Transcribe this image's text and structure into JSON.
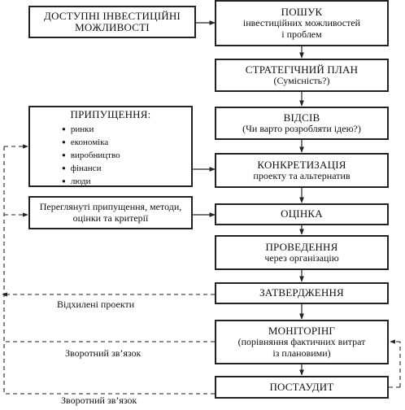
{
  "boxes": {
    "available": {
      "title": "ДОСТУПНІ ІНВЕСТИЦІЙНІ МОЖЛИВОСТІ"
    },
    "search": {
      "title": "ПОШУК",
      "subtitle": "інвестиційних можливостей і проблем"
    },
    "strategic": {
      "title": "СТРАТЕГІЧНИЙ ПЛАН",
      "subtitle": "(Сумісність?)"
    },
    "screening": {
      "title": "ВІДСІВ",
      "subtitle": "(Чи варто розробляти ідею?)"
    },
    "assumptions": {
      "title": "ПРИПУЩЕННЯ:",
      "items": [
        "ринки",
        "економіка",
        "виробництво",
        "фінанси",
        "люди"
      ]
    },
    "specification": {
      "title": "КОНКРЕТИЗАЦІЯ",
      "subtitle": "проекту та альтернатив"
    },
    "review": {
      "text": "Переглянуті припущення, методи, оцінки та критерії"
    },
    "evaluation": {
      "title": "ОЦІНКА"
    },
    "implementation": {
      "title": "ПРОВЕДЕННЯ",
      "subtitle": "через організацію"
    },
    "approval": {
      "title": "ЗАТВЕРДЖЕННЯ"
    },
    "monitoring": {
      "title": "МОНІТОРІНГ",
      "subtitle": "(порівняння фактичних витрат із плановими)"
    },
    "postaudit": {
      "title": "ПОСТАУДИТ"
    }
  },
  "labels": {
    "rejected": "Відхилені проекти",
    "feedback1": "Зворотний зв’язок",
    "feedback2": "Зворотний зв’язок"
  }
}
